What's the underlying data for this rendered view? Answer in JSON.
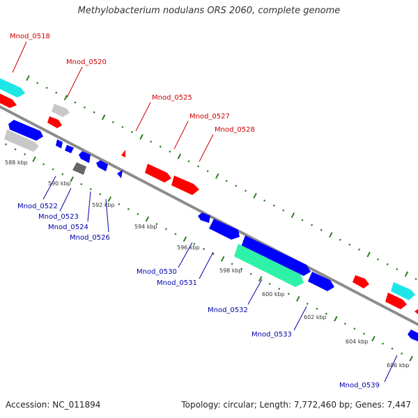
{
  "title": "Methylobacterium nodulans ORS 2060, complete genome",
  "footer": {
    "accession": "Accession: NC_011894",
    "topology": "Topology: circular; Length: 7,772,460 bp; Genes: 7,447"
  },
  "colors": {
    "backbone": "#8c8c8c",
    "ticks": "#2a7d1e",
    "plus_label": "#cc0000",
    "minus_label": "#0000aa",
    "red": "#ff0000",
    "blue": "#0000ff",
    "cyan": "#1ee6e6",
    "green": "#2ef2a8",
    "gray": "#c8c8c8",
    "darkgray": "#666666"
  },
  "kbp_labels": [
    "588 kbp",
    "590 kbp",
    "592 kbp",
    "594 kbp",
    "596 kbp",
    "598 kbp",
    "600 kbp",
    "602 kbp",
    "604 kbp",
    "606 kbp"
  ],
  "gene_labels": {
    "plus": [
      "Mnod_0518",
      "Mnod_0520",
      "Mnod_0525",
      "Mnod_0527",
      "Mnod_0528"
    ],
    "minus": [
      "Mnod_0522",
      "Mnod_0523",
      "Mnod_0524",
      "Mnod_0526",
      "Mnod_0530",
      "Mnod_0531",
      "Mnod_0532",
      "Mnod_0533",
      "Mnod_0539"
    ]
  }
}
